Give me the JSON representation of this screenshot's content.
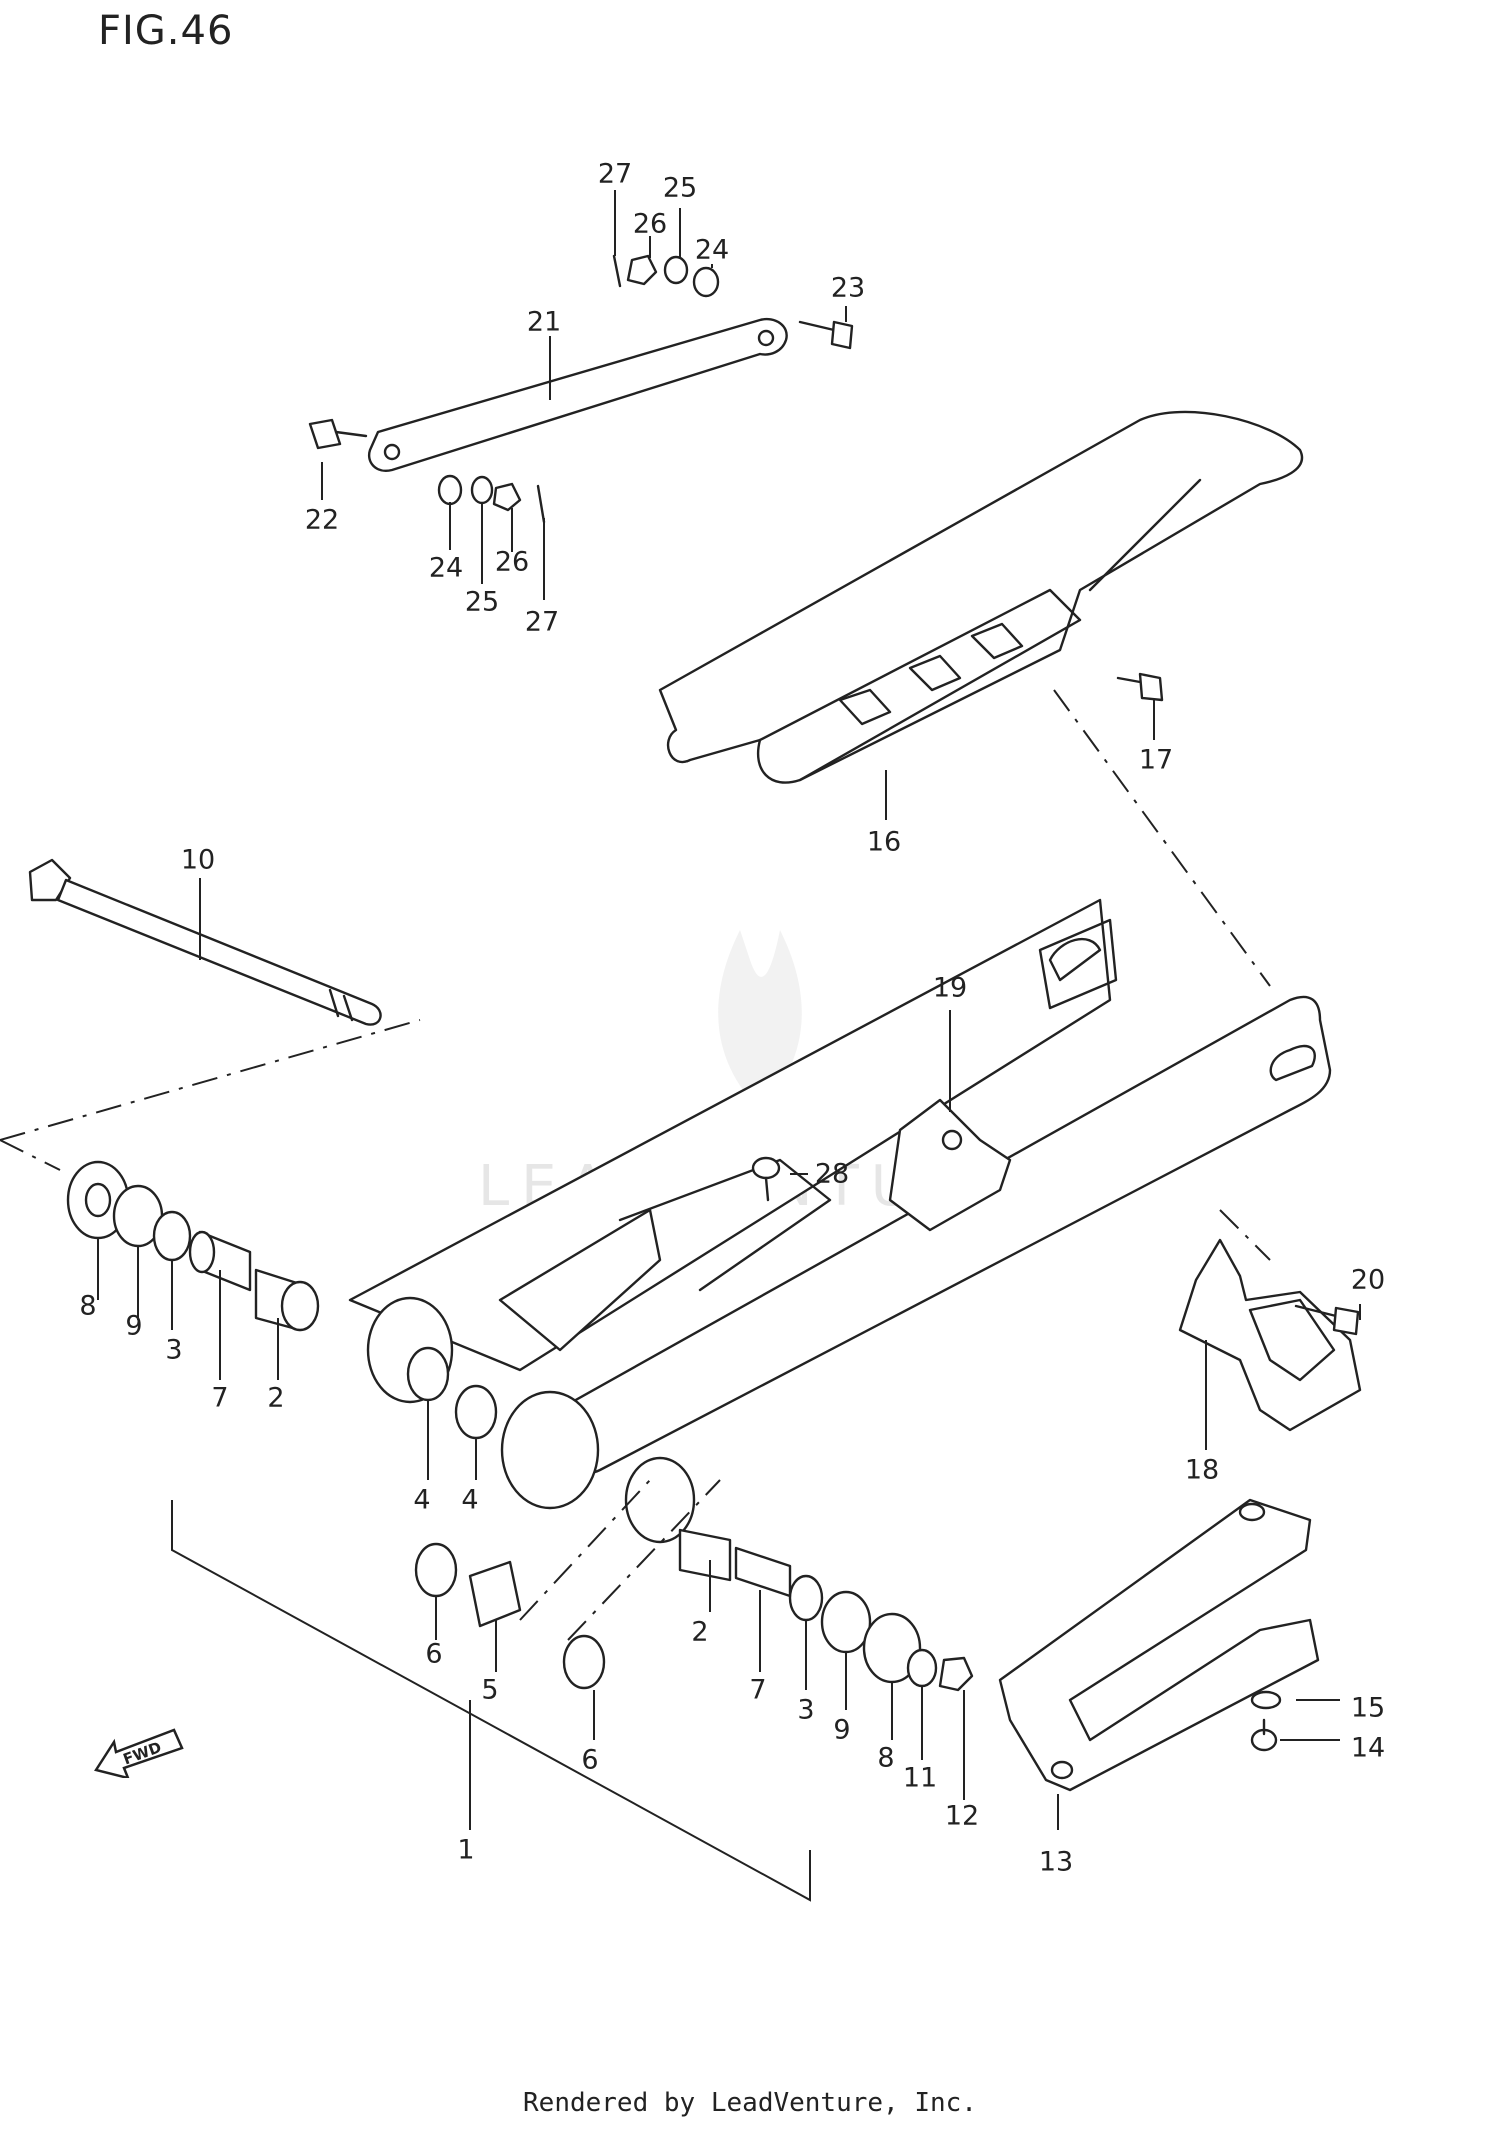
{
  "figure": {
    "title": "FIG.46"
  },
  "footer": {
    "text": "Rendered by LeadVenture, Inc."
  },
  "watermark": {
    "text": "LEADVENTURE"
  },
  "fwd_badge": {
    "text": "FWD"
  },
  "callouts": {
    "c1": "1",
    "c2a": "2",
    "c2b": "2",
    "c3a": "3",
    "c3b": "3",
    "c4a": "4",
    "c4b": "4",
    "c5": "5",
    "c6a": "6",
    "c6b": "6",
    "c7a": "7",
    "c7b": "7",
    "c8a": "8",
    "c8b": "8",
    "c9a": "9",
    "c9b": "9",
    "c10": "10",
    "c11": "11",
    "c12": "12",
    "c13": "13",
    "c14": "14",
    "c15": "15",
    "c16": "16",
    "c17": "17",
    "c18": "18",
    "c19": "19",
    "c20": "20",
    "c21": "21",
    "c22": "22",
    "c23": "23",
    "c24a": "24",
    "c24b": "24",
    "c25a": "25",
    "c25b": "25",
    "c26a": "26",
    "c26b": "26",
    "c27a": "27",
    "c27b": "27",
    "c28": "28"
  },
  "colors": {
    "line": "#222222",
    "background": "#ffffff",
    "watermark": "#e6e6e6"
  }
}
